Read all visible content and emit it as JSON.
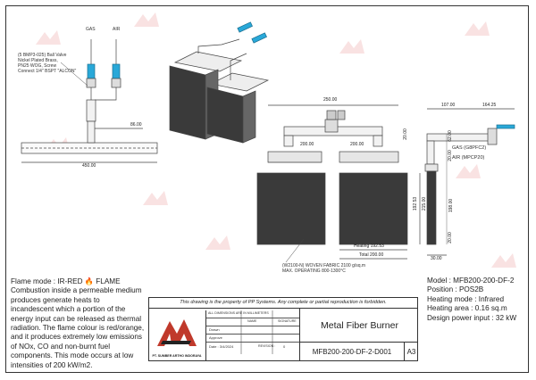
{
  "drawing": {
    "labels": {
      "gas": "GAS",
      "air": "AIR",
      "valve_note_1": "(5 BMP3-025) Ball Valve",
      "valve_note_2": "Nickel Plated Brass,",
      "valve_note_3": "PN25 WOG, Screw",
      "valve_note_4": "Connect 1/4\" BSPT \"ALCON\"",
      "gas_side": "GAS (G8PFC2)",
      "air_side": "AIR (MPCP20)",
      "fabric_1": "(W2100-N) WOVEN FABRIC 2100 g/sq.m",
      "fabric_2": "MAX. OPERATING 800-1300°C"
    },
    "dimensions": {
      "front_width": "450.00",
      "front_offset": "86.00",
      "top_width": "250.00",
      "panel_width": "200.00",
      "pitch": "20.00",
      "panel_height": "192.53",
      "overall_height": "215.00",
      "heating_width": "Heating 192.53",
      "total_width": "Total 200.00",
      "side_top_1": "107.00",
      "side_top_2": "164.25",
      "side_h_1": "62.00",
      "side_h_2": "20.00",
      "side_h_3": "198.00",
      "side_h_4": "20.00",
      "side_bottom": "30.00"
    }
  },
  "description": {
    "flame_mode": "Flame mode : IR-RED 🔥 FLAME",
    "body": "Combustion inside a permeable medium produces generate heats to incandescent which a portion of the energy input can be released as thermal radiation. The flame colour is red/orange, and it produces extremely low emissions of NOx, CO and non-burnt fuel components. This mode occurs at low intensities of 200 kW/m2."
  },
  "specs": {
    "model": "Model : MFB200-200-DF-2",
    "position": "Position : POS2B",
    "heating_mode": "Heating mode : Infrared",
    "heating_area": "Heating area : 0.16 sq.m",
    "design_power": "Design power input : 32 kW"
  },
  "title_block": {
    "notice": "This drawing is the property of PP Systems. Any complete or partial reproduction is forbidden.",
    "dims_note": "ALL DIMENSIONS ARE IN MILLIMETERS",
    "name_hdr": "NAME",
    "sig_hdr": "SIGNATURE",
    "drawn": "Drawn",
    "approve": "Approve",
    "date": "Date : 3/4/2024",
    "revision": "REVISION :",
    "rev_val": "0",
    "company": "PT. SUMBER ARTHO INDORAYA",
    "title": "Metal Fiber Burner",
    "dwg_no": "MFB200-200-DF-2-D001",
    "size": "A3"
  },
  "colors": {
    "valve_blue": "#29a8d8",
    "logo_red": "#c0392b",
    "panel_dark": "#3a3a3a",
    "watermark": "#f4d0d0"
  }
}
